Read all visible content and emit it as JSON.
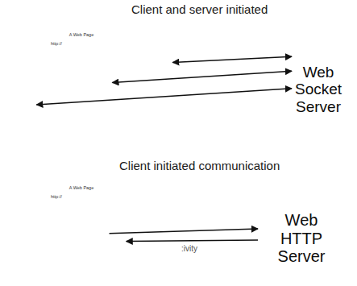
{
  "diagram": {
    "nodes": [
      {
        "text": [
          "A Web Page",
          "http://"
        ]
      },
      {
        "text": [
          "Web Socket Server"
        ]
      },
      {
        "text": [
          "A Web Page",
          "http://"
        ]
      },
      {
        "text": [
          "Web HTTP Server"
        ]
      }
    ],
    "edges": [
      {
        "from": 0,
        "to": 1,
        "arrow": "both"
      },
      {
        "from": 0,
        "to": 1,
        "arrow": "both"
      },
      {
        "from": 0,
        "to": 1,
        "arrow": "both"
      },
      {
        "from": 2,
        "to": 3,
        "arrow": "to"
      },
      {
        "from": 3,
        "to": 2,
        "arrow": "to"
      }
    ],
    "labels": [
      "Client and server initiated",
      "Client initiated communication",
      ":ivity"
    ]
  }
}
